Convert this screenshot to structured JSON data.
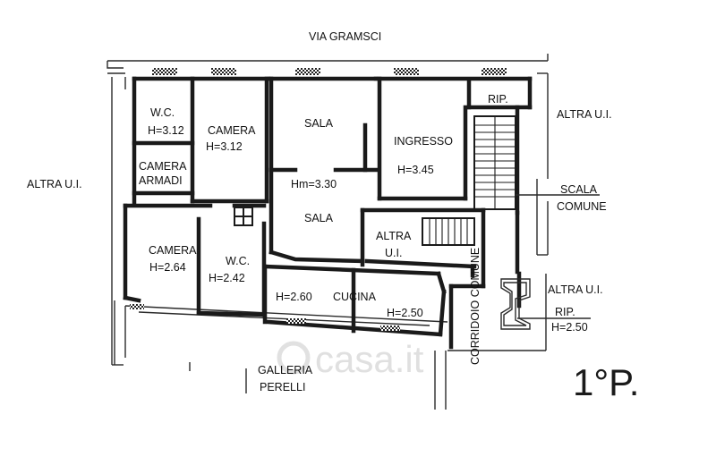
{
  "streets": {
    "top": "VIA GRAMSCI",
    "bottom_line1": "GALLERIA",
    "bottom_line2": "PERELLI"
  },
  "neighbors": {
    "left": "ALTRA U.I.",
    "right_top": "ALTRA U.I.",
    "right_mid": "ALTRA U.I.",
    "inner_line1": "ALTRA",
    "inner_line2": "U.I."
  },
  "rooms": {
    "wc_top": {
      "name": "W.C.",
      "height": "H=3.12"
    },
    "camera_top": {
      "name": "CAMERA",
      "height": "H=3.12"
    },
    "camera_armadi": {
      "line1": "CAMERA",
      "line2": "ARMADI"
    },
    "sala_top": {
      "name": "SALA"
    },
    "sala_height": "Hm=3.30",
    "sala_bottom": {
      "name": "SALA"
    },
    "ingresso": {
      "name": "INGRESSO",
      "height": "H=3.45"
    },
    "rip_top": {
      "name": "RIP."
    },
    "camera_bottom": {
      "name": "CAMERA",
      "height": "H=2.64"
    },
    "wc_bottom": {
      "name": "W.C.",
      "height": "H=2.42"
    },
    "cucina": {
      "name": "CUCINA",
      "height_left": "H=2.60",
      "height_right": "H=2.50"
    },
    "rip_right": {
      "name": "RIP.",
      "height": "H=2.50"
    }
  },
  "common": {
    "scala_line1": "SCALA",
    "scala_line2": "COMUNE",
    "corridoio": "CORRIDOIO COMUNE"
  },
  "floor_label": "1°P.",
  "watermark": "casa.it"
}
